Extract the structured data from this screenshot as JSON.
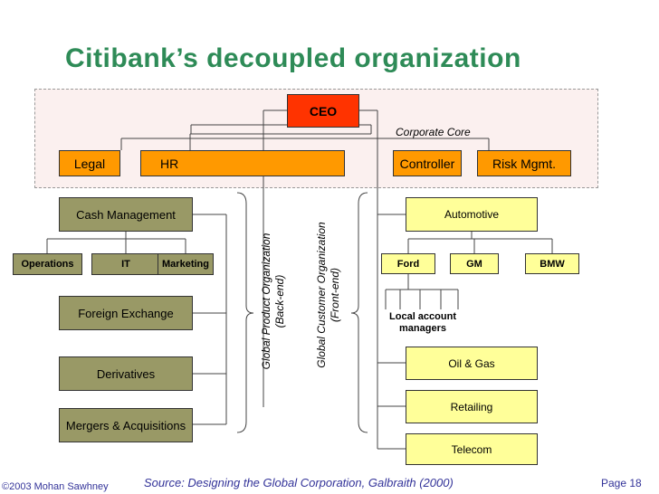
{
  "title": "Citibank’s decoupled organization",
  "core": {
    "ceo": "CEO",
    "label": "Corporate Core",
    "legal": "Legal",
    "hr": "HR",
    "controller": "Controller",
    "risk": "Risk Mgmt."
  },
  "back_end": {
    "cash_management": "Cash Management",
    "operations": "Operations",
    "it": "IT",
    "marketing": "Marketing",
    "foreign_exchange": "Foreign Exchange",
    "derivatives": "Derivatives",
    "mergers": "Mergers & Acquisitions",
    "label_line1": "Global Product Organization",
    "label_line2": "(Back-end)"
  },
  "front_end": {
    "automotive": "Automotive",
    "ford": "Ford",
    "gm": "GM",
    "bmw": "BMW",
    "local_line1": "Local account",
    "local_line2": "managers",
    "oil_gas": "Oil & Gas",
    "retailing": "Retailing",
    "telecom": "Telecom",
    "label_line1": "Global Customer Organization",
    "label_line2": "(Front-end)"
  },
  "footer": {
    "copyright": "©2003 Mohan Sawhney",
    "source": "Source: Designing the Global Corporation, Galbraith (2000)",
    "page": "Page 18"
  },
  "colors": {
    "title": "#2e8b57",
    "ceo": "#ff3300",
    "core_unit": "#ff9900",
    "back_end_unit": "#999966",
    "front_end_unit": "#ffff99"
  }
}
